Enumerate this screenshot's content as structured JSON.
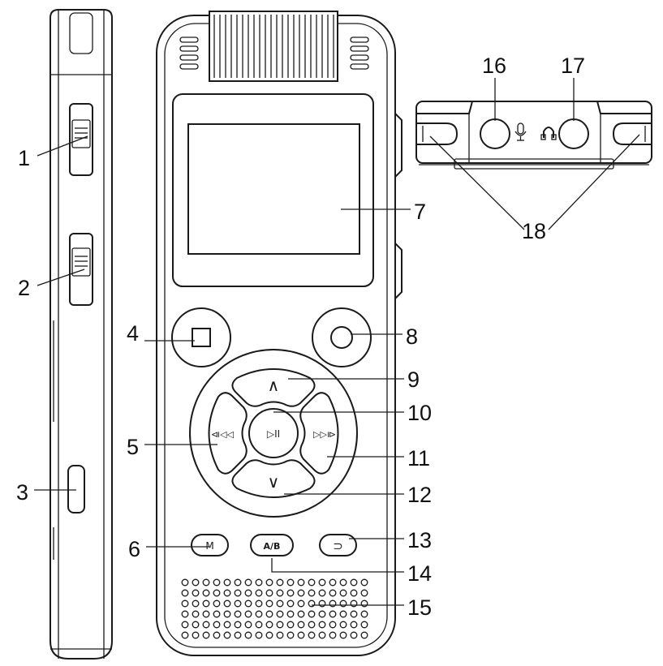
{
  "callouts": [
    "1",
    "2",
    "3",
    "4",
    "5",
    "6",
    "7",
    "8",
    "9",
    "10",
    "11",
    "12",
    "13",
    "14",
    "15",
    "16",
    "17",
    "18"
  ],
  "button_glyphs": {
    "up": "∧",
    "down": "∨",
    "play_pause": "▷II",
    "prev": "⧏◁◁",
    "next": "▷▷⧐",
    "ab": "A/B",
    "menu": "M",
    "back": "⊃"
  },
  "colors": {
    "line": "#1a1a1a",
    "background": "#ffffff"
  }
}
